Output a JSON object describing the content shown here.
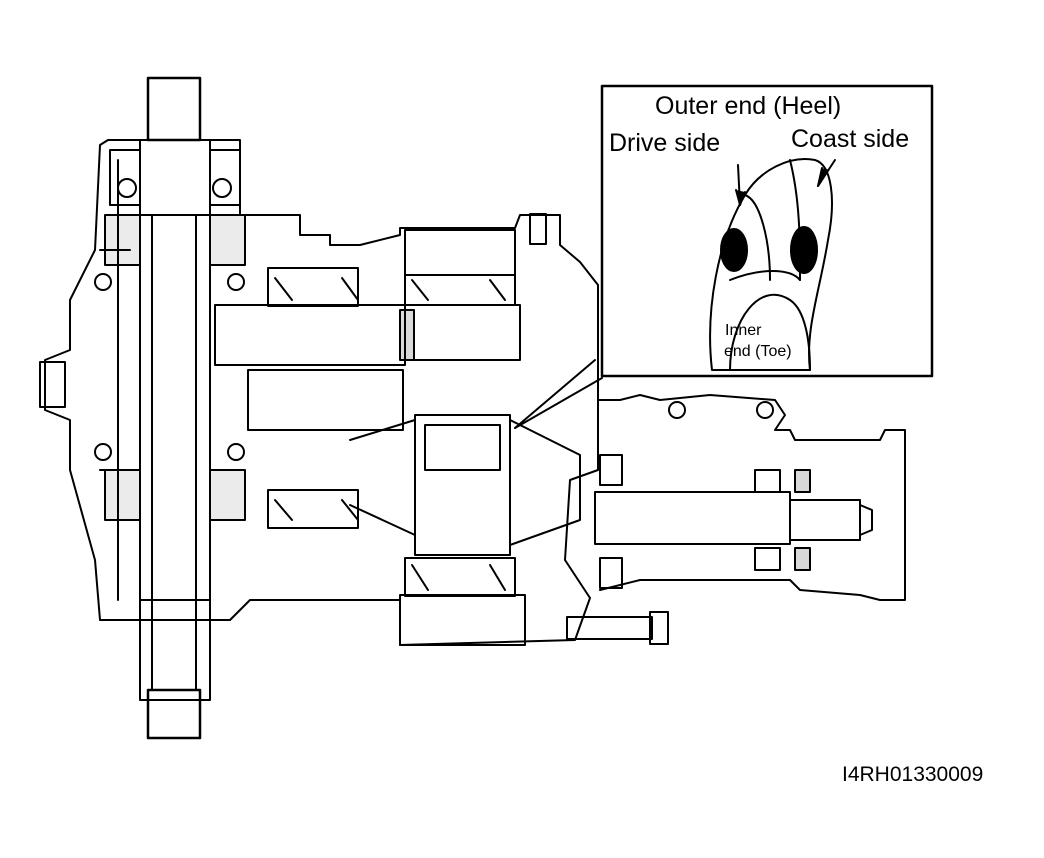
{
  "callout": {
    "outer_end": "Outer end (Heel)",
    "drive_side": "Drive side",
    "coast_side": "Coast side",
    "inner_line1": "Inner",
    "inner_line2": "end (Toe)"
  },
  "figure_code": "I4RH01330009",
  "colors": {
    "ink": "#000000",
    "paper": "#ffffff"
  }
}
